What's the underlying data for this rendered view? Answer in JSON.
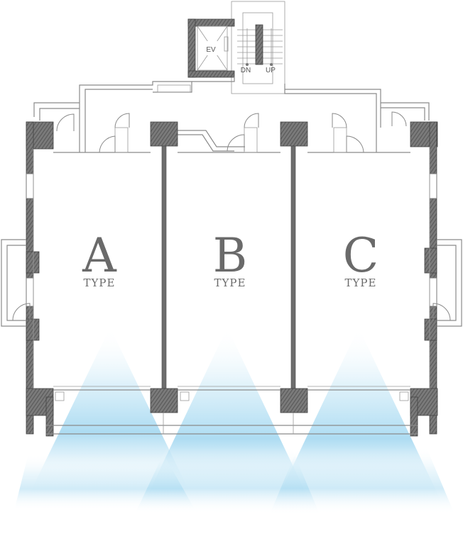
{
  "units": [
    {
      "letter": "A",
      "type": "TYPE"
    },
    {
      "letter": "B",
      "type": "TYPE"
    },
    {
      "letter": "C",
      "type": "TYPE"
    }
  ],
  "core": {
    "elevator": "EV",
    "stair_down": "DN",
    "stair_up": "UP"
  },
  "colors": {
    "wall": "#6d6d6d",
    "line": "#8a8a8a",
    "light_beam": "#9fd6f0"
  }
}
